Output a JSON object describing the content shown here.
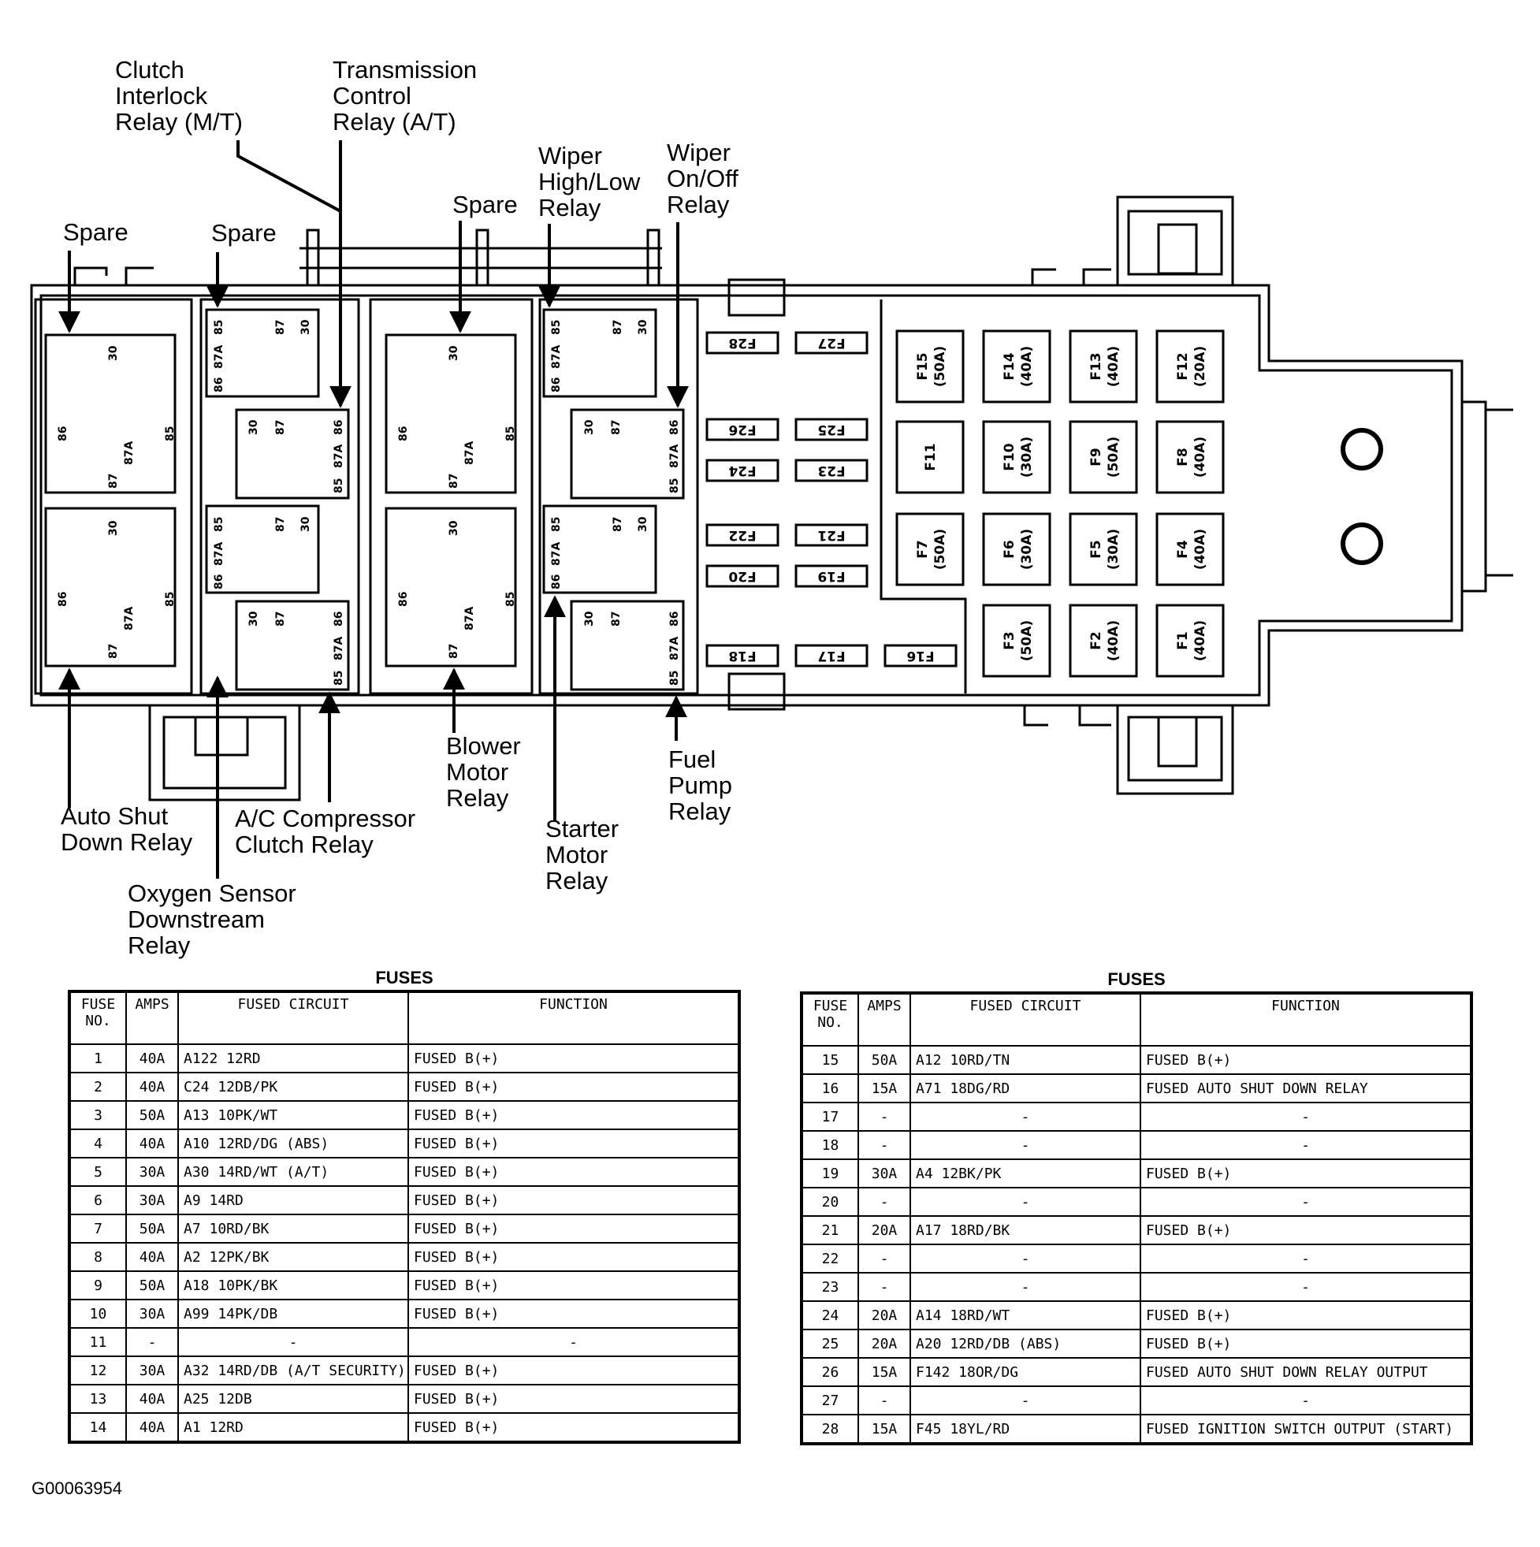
{
  "labels": {
    "clutch_relay": [
      "Clutch",
      "Interlock",
      "Relay (M/T)"
    ],
    "trans_relay": [
      "Transmission",
      "Control",
      "Relay (A/T)"
    ],
    "wiper_hilo": [
      "Wiper",
      "High/Low",
      "Relay"
    ],
    "wiper_onoff": [
      "Wiper",
      "On/Off",
      "Relay"
    ],
    "spare_1": "Spare",
    "spare_2": "Spare",
    "spare_3": "Spare",
    "auto_shutdown": [
      "Auto Shut",
      "Down Relay"
    ],
    "ac_clutch": [
      "A/C Compressor",
      "Clutch Relay"
    ],
    "oxygen": [
      "Oxygen Sensor",
      "Downstream",
      "Relay"
    ],
    "blower": [
      "Blower",
      "Motor",
      "Relay"
    ],
    "starter": [
      "Starter",
      "Motor",
      "Relay"
    ],
    "fuel_pump": [
      "Fuel",
      "Pump",
      "Relay"
    ]
  },
  "relay_pins": [
    "30",
    "87",
    "87A",
    "86",
    "85"
  ],
  "mini_fuses": [
    "F28",
    "F27",
    "F26",
    "F25",
    "F24",
    "F23",
    "F22",
    "F21",
    "F20",
    "F19",
    "F18",
    "F17",
    "F16"
  ],
  "maxi_fuses": [
    {
      "id": "F15",
      "amp": "(50A)"
    },
    {
      "id": "F14",
      "amp": "(40A)"
    },
    {
      "id": "F13",
      "amp": "(40A)"
    },
    {
      "id": "F12",
      "amp": "(20A)"
    },
    {
      "id": "F11",
      "amp": ""
    },
    {
      "id": "F10",
      "amp": "(30A)"
    },
    {
      "id": "F9",
      "amp": "(50A)"
    },
    {
      "id": "F8",
      "amp": "(40A)"
    },
    {
      "id": "F7",
      "amp": "(50A)"
    },
    {
      "id": "F6",
      "amp": "(30A)"
    },
    {
      "id": "F5",
      "amp": "(30A)"
    },
    {
      "id": "F4",
      "amp": "(40A)"
    },
    {
      "id": "F3",
      "amp": "(50A)"
    },
    {
      "id": "F2",
      "amp": "(40A)"
    },
    {
      "id": "F1",
      "amp": "(40A)"
    }
  ],
  "table_title": "FUSES",
  "table_headers": {
    "fuse_no": [
      "FUSE",
      "NO."
    ],
    "amps": "AMPS",
    "circuit": "FUSED CIRCUIT",
    "function": "FUNCTION"
  },
  "table_left": [
    [
      "1",
      "40A",
      "A122 12RD",
      "FUSED B(+)"
    ],
    [
      "2",
      "40A",
      "C24 12DB/PK",
      "FUSED B(+)"
    ],
    [
      "3",
      "50A",
      "A13 10PK/WT",
      "FUSED B(+)"
    ],
    [
      "4",
      "40A",
      "A10 12RD/DG (ABS)",
      "FUSED B(+)"
    ],
    [
      "5",
      "30A",
      "A30 14RD/WT (A/T)",
      "FUSED B(+)"
    ],
    [
      "6",
      "30A",
      "A9 14RD",
      "FUSED B(+)"
    ],
    [
      "7",
      "50A",
      "A7 10RD/BK",
      "FUSED B(+)"
    ],
    [
      "8",
      "40A",
      "A2 12PK/BK",
      "FUSED B(+)"
    ],
    [
      "9",
      "50A",
      "A18 10PK/BK",
      "FUSED B(+)"
    ],
    [
      "10",
      "30A",
      "A99 14PK/DB",
      "FUSED B(+)"
    ],
    [
      "11",
      "-",
      "-",
      "-"
    ],
    [
      "12",
      "30A",
      "A32 14RD/DB (A/T SECURITY)",
      "FUSED B(+)"
    ],
    [
      "13",
      "40A",
      "A25 12DB",
      "FUSED B(+)"
    ],
    [
      "14",
      "40A",
      "A1 12RD",
      "FUSED B(+)"
    ]
  ],
  "table_right": [
    [
      "15",
      "50A",
      "A12 10RD/TN",
      "FUSED B(+)"
    ],
    [
      "16",
      "15A",
      "A71 18DG/RD",
      "FUSED AUTO SHUT DOWN RELAY"
    ],
    [
      "17",
      "-",
      "-",
      "-"
    ],
    [
      "18",
      "-",
      "-",
      "-"
    ],
    [
      "19",
      "30A",
      "A4 12BK/PK",
      "FUSED B(+)"
    ],
    [
      "20",
      "-",
      "-",
      "-"
    ],
    [
      "21",
      "20A",
      "A17 18RD/BK",
      "FUSED B(+)"
    ],
    [
      "22",
      "-",
      "-",
      "-"
    ],
    [
      "23",
      "-",
      "-",
      "-"
    ],
    [
      "24",
      "20A",
      "A14 18RD/WT",
      "FUSED B(+)"
    ],
    [
      "25",
      "20A",
      "A20 12RD/DB (ABS)",
      "FUSED B(+)"
    ],
    [
      "26",
      "15A",
      "F142 18OR/DG",
      "FUSED AUTO SHUT DOWN RELAY OUTPUT"
    ],
    [
      "27",
      "-",
      "-",
      "-"
    ],
    [
      "28",
      "15A",
      "F45 18YL/RD",
      "FUSED IGNITION SWITCH OUTPUT (START)"
    ]
  ],
  "figure_id": "G00063954"
}
